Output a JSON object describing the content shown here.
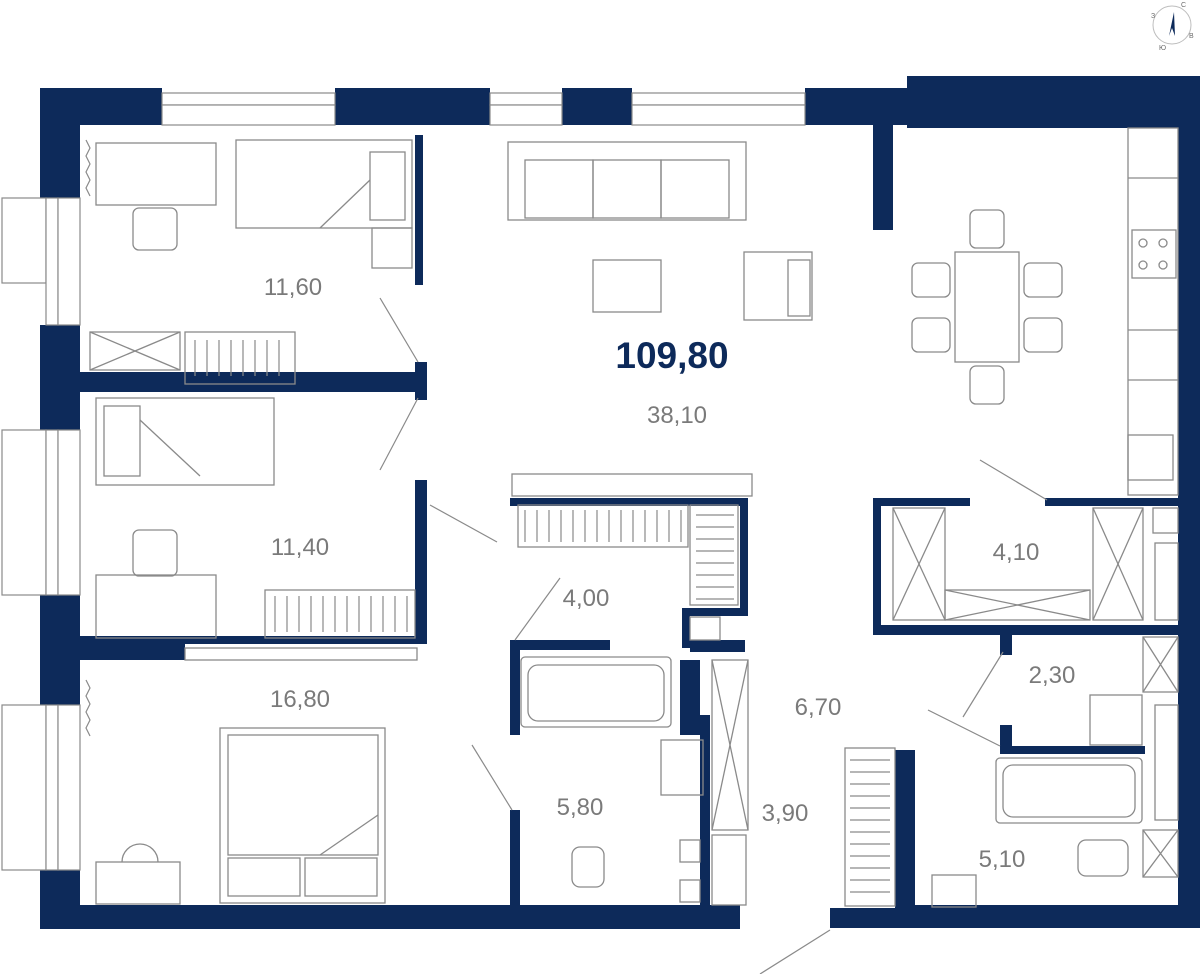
{
  "plan": {
    "total_area": "109,80",
    "rooms": {
      "bedroom1": "11,60",
      "living": "38,10",
      "bedroom2": "11,40",
      "hall": "4,00",
      "storage": "4,10",
      "master": "16,80",
      "corridor": "6,70",
      "wc2": "2,30",
      "bath1": "5,80",
      "laundry": "3,90",
      "bath2": "5,10"
    },
    "wall_color": "#0d2a5a",
    "line_color": "#8a8a8a"
  },
  "compass": {
    "north": "С",
    "east": "В",
    "south": "Ю",
    "west": "З"
  }
}
